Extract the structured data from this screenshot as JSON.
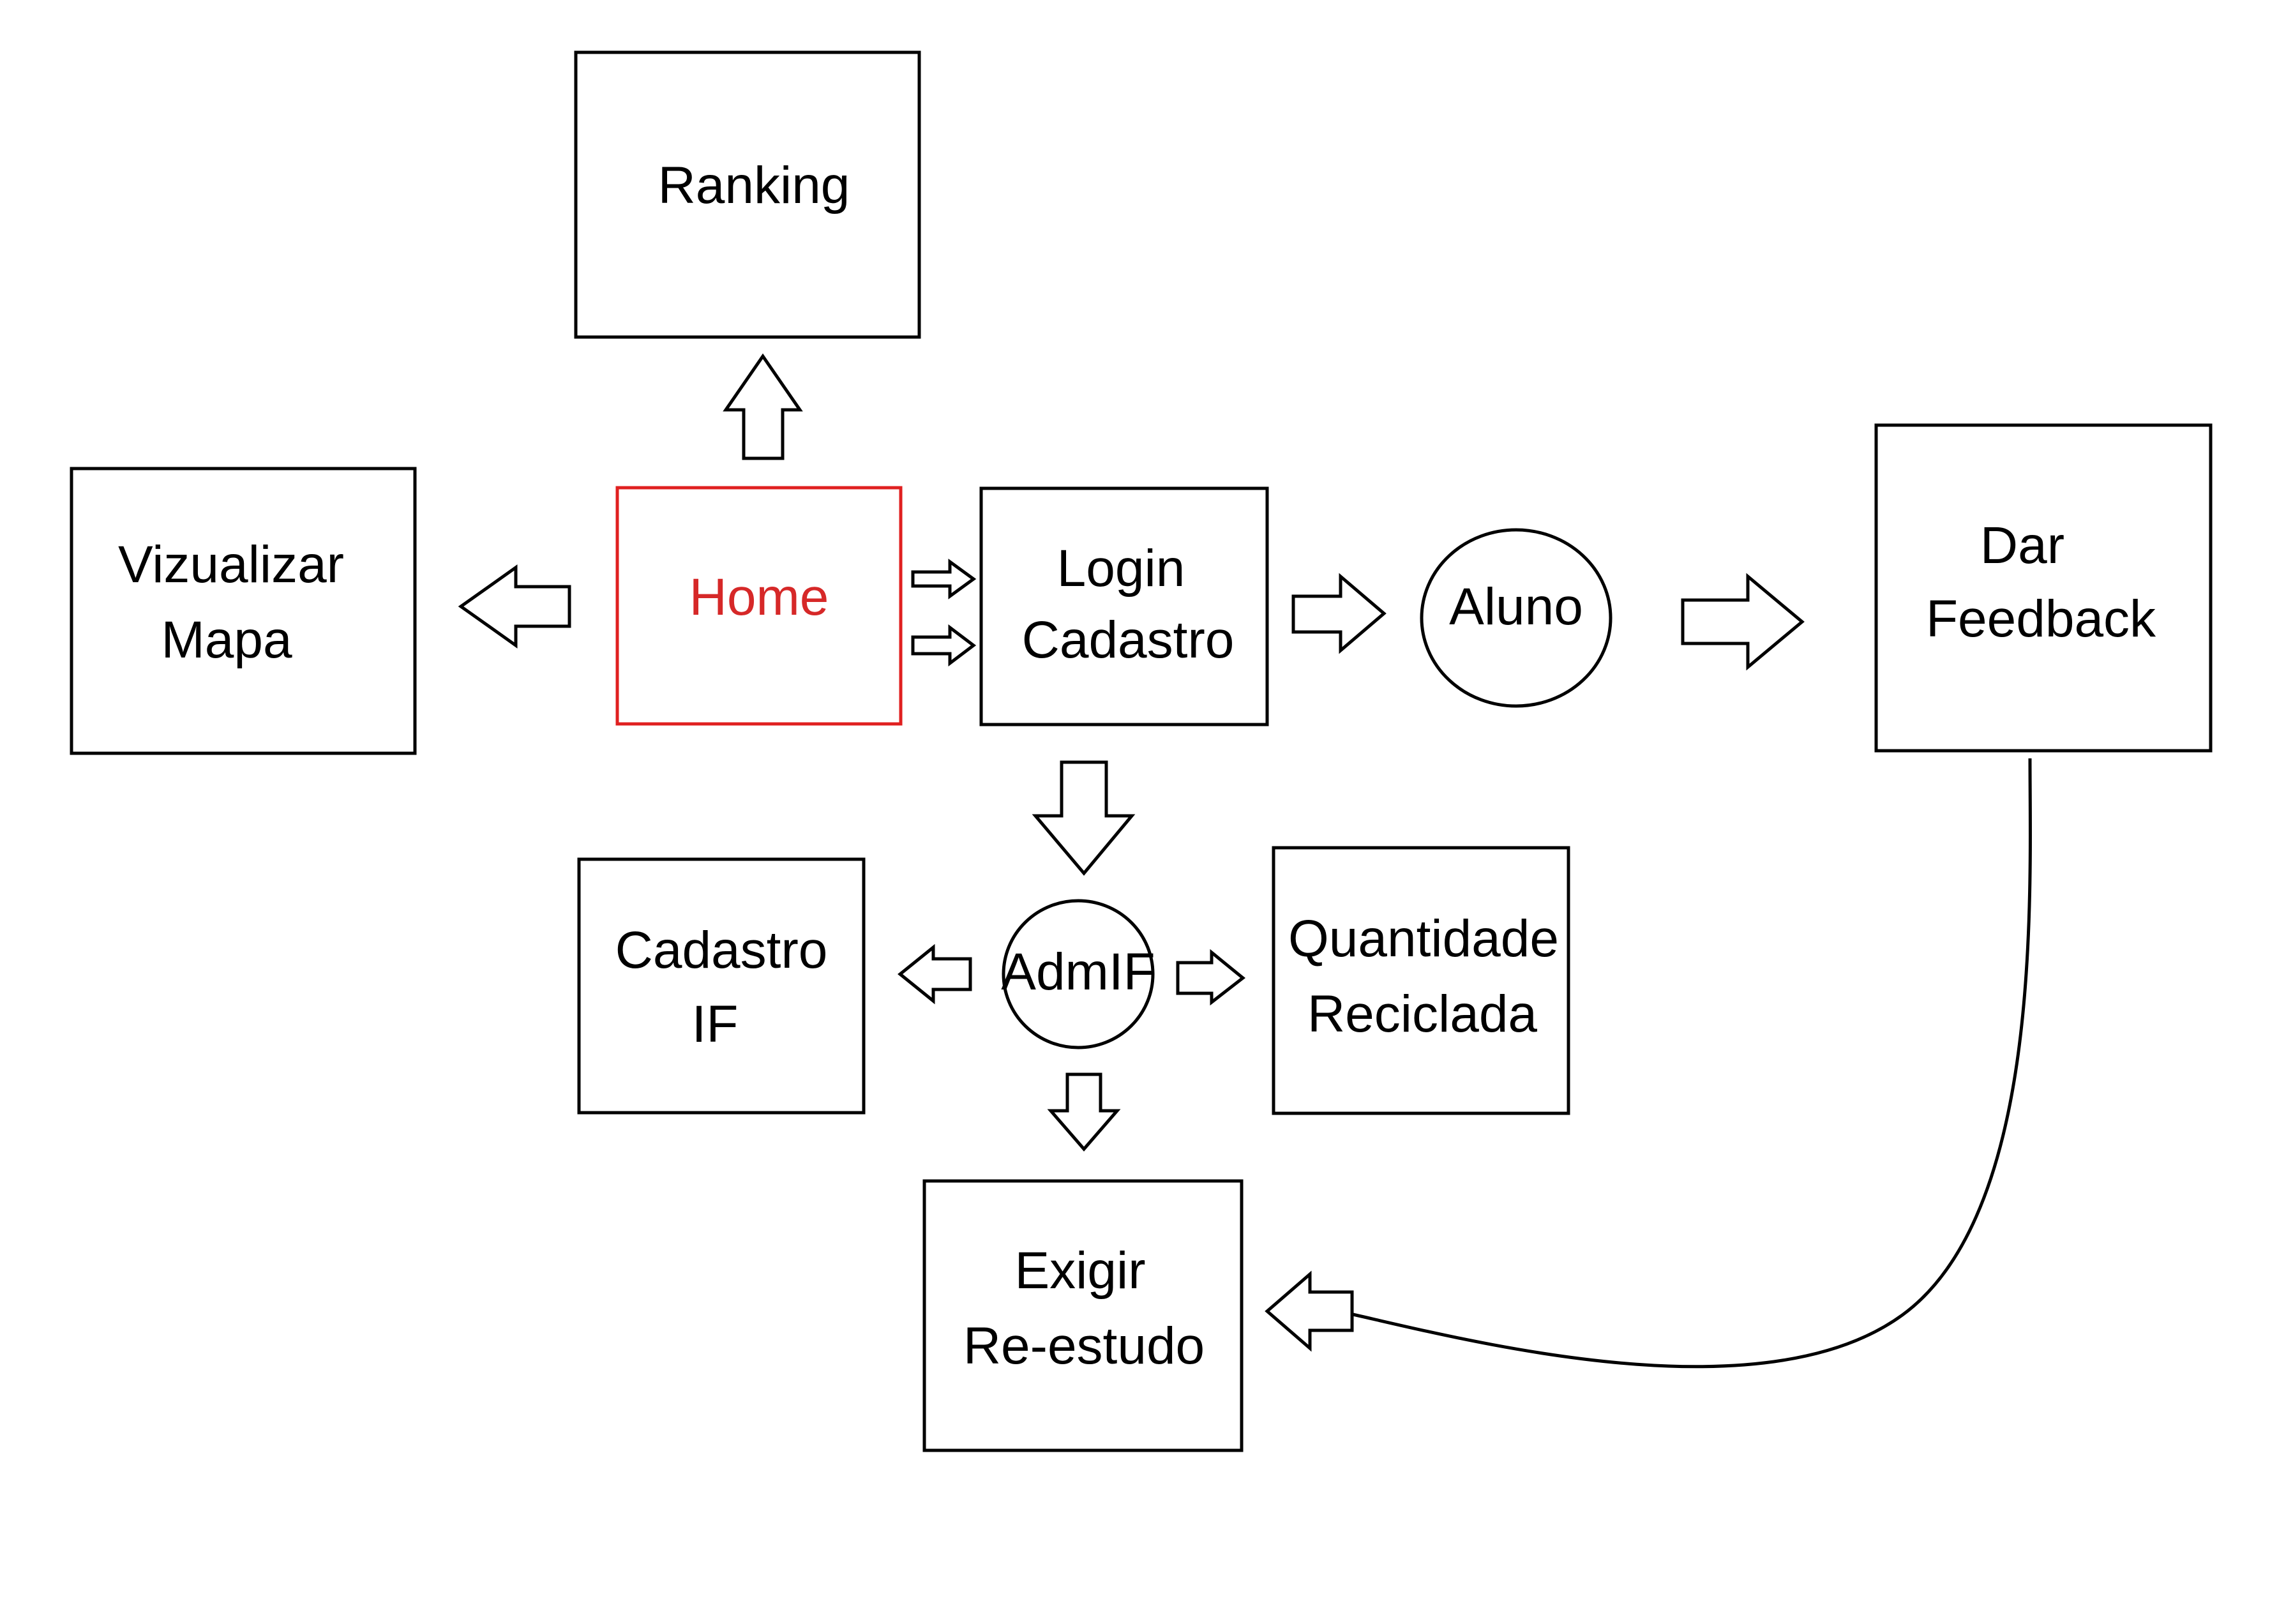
{
  "nodes": {
    "ranking": {
      "lines": [
        "Ranking"
      ]
    },
    "visualizar_mapa": {
      "lines": [
        "Vizualizar",
        "Mapa"
      ]
    },
    "home": {
      "lines": [
        "Home"
      ]
    },
    "login_cadastro": {
      "lines": [
        "Login",
        "Cadastro"
      ]
    },
    "aluno": {
      "lines": [
        "Aluno"
      ]
    },
    "dar_feedback": {
      "lines": [
        "Dar",
        "Feedback"
      ]
    },
    "cadastro_if": {
      "lines": [
        "Cadastro",
        "IF"
      ]
    },
    "admif": {
      "lines": [
        "AdmIF"
      ]
    },
    "quantidade_reciclada": {
      "lines": [
        "Quantidade",
        "Reciclada"
      ]
    },
    "exigir_reestudo": {
      "lines": [
        "Exigir",
        "Re-estudo"
      ]
    }
  },
  "colors": {
    "highlight": "#d62828",
    "stroke": "#000000",
    "background": "#ffffff"
  }
}
